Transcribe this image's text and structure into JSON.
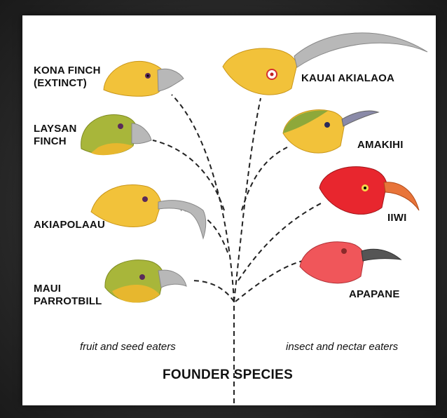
{
  "species": {
    "kona_finch": "KONA FINCH\n(EXTINCT)",
    "laysan_finch": "LAYSAN\nFINCH",
    "akiapolaau": "AKIAPOLAAU",
    "maui_parrotbill": "MAUI\nPARROTBILL",
    "kauai_akialaoa": "KAUAI  AKIALAOA",
    "amakihi": "AMAKIHI",
    "iiwi": "IIWI",
    "apapane": "APAPANE"
  },
  "groups": {
    "left": "fruit and seed eaters",
    "right": "insect and nectar eaters"
  },
  "root": "FOUNDER SPECIES",
  "colors": {
    "yellow_bird": "#f2c23a",
    "green_bird": "#9bb23a",
    "red_bird": "#e8262e",
    "pink_bird": "#f0565a",
    "beak_gray": "#b8b8b8",
    "line": "#222222"
  }
}
